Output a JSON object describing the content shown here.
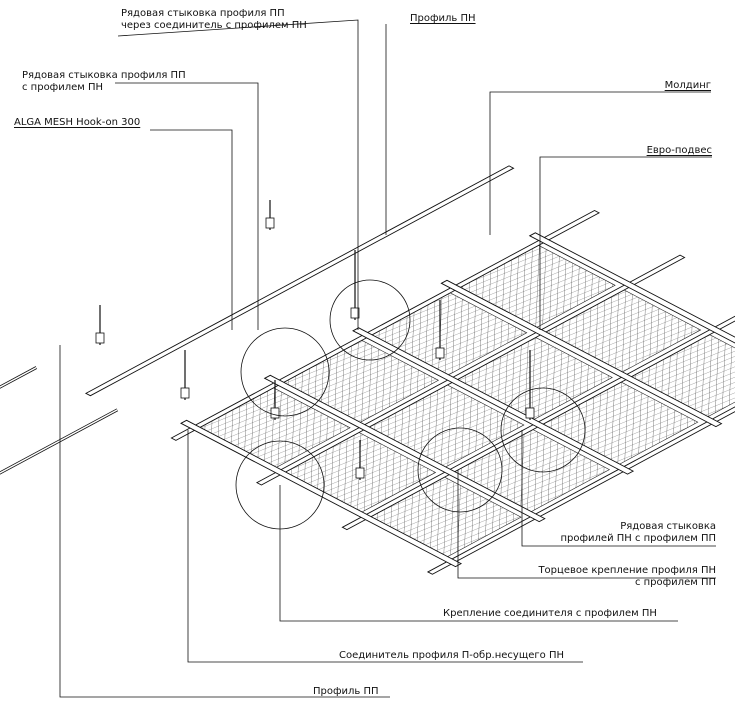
{
  "labels": {
    "top_joint_pp_via_connector_1": "Рядовая стыковка профиля ПП",
    "top_joint_pp_via_connector_2": "через соединитель с профилем ПН",
    "profile_pn_top": "Профиль ПН",
    "joint_pp_pn_1": "Рядовая стыковка профиля ПП",
    "joint_pp_pn_2": "с профилем ПН",
    "molding": "Молдинг",
    "alga_mesh": "ALGA MESH Hook-on 300",
    "euro_hanger": "Евро-подвес",
    "joint_pn_pn_1": "Рядовая стыковка",
    "joint_pn_pn_2": "профилей ПН с профилем ПП",
    "end_fix_1": "Торцевое крепление профиля ПН",
    "end_fix_2": "с профилем ПП",
    "connector_fix": "Крепление соединителя с профилем ПН",
    "connector_u": "Соединитель профиля П-обр.несущего ПН",
    "profile_pp": "Профиль ПП"
  },
  "colors": {
    "ink": "#111111",
    "mesh": "#333333",
    "background": "#ffffff"
  }
}
